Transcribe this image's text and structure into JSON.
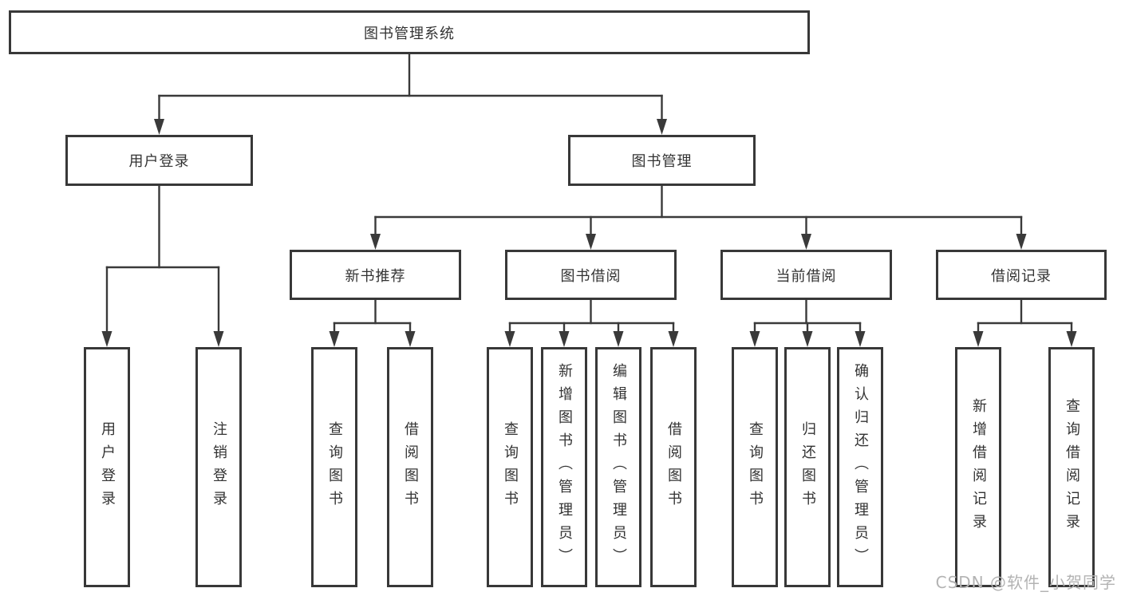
{
  "tree": {
    "label": "图书管理系统",
    "children": [
      {
        "label": "用户登录",
        "children": [
          {
            "label": "用户登录"
          },
          {
            "label": "注销登录"
          }
        ]
      },
      {
        "label": "图书管理",
        "children": [
          {
            "label": "新书推荐",
            "children": [
              {
                "label": "查询图书"
              },
              {
                "label": "借阅图书"
              }
            ]
          },
          {
            "label": "图书借阅",
            "children": [
              {
                "label": "查询图书"
              },
              {
                "label": "新增图书（管理员）"
              },
              {
                "label": "编辑图书（管理员）"
              },
              {
                "label": "借阅图书"
              }
            ]
          },
          {
            "label": "当前借阅",
            "children": [
              {
                "label": "查询图书"
              },
              {
                "label": "归还图书"
              },
              {
                "label": "确认归还（管理员）"
              }
            ]
          },
          {
            "label": "借阅记录",
            "children": [
              {
                "label": "新增借阅记录"
              },
              {
                "label": "查询借阅记录"
              }
            ]
          }
        ]
      }
    ]
  },
  "watermark": {
    "text": "CSDN @软件_小贺同学"
  },
  "colors": {
    "line": "#3a3a3a",
    "box_border": "#383838",
    "box_fill": "#ffffff",
    "text": "#333333",
    "watermark": "#b3b3b3",
    "background": "#ffffff"
  }
}
